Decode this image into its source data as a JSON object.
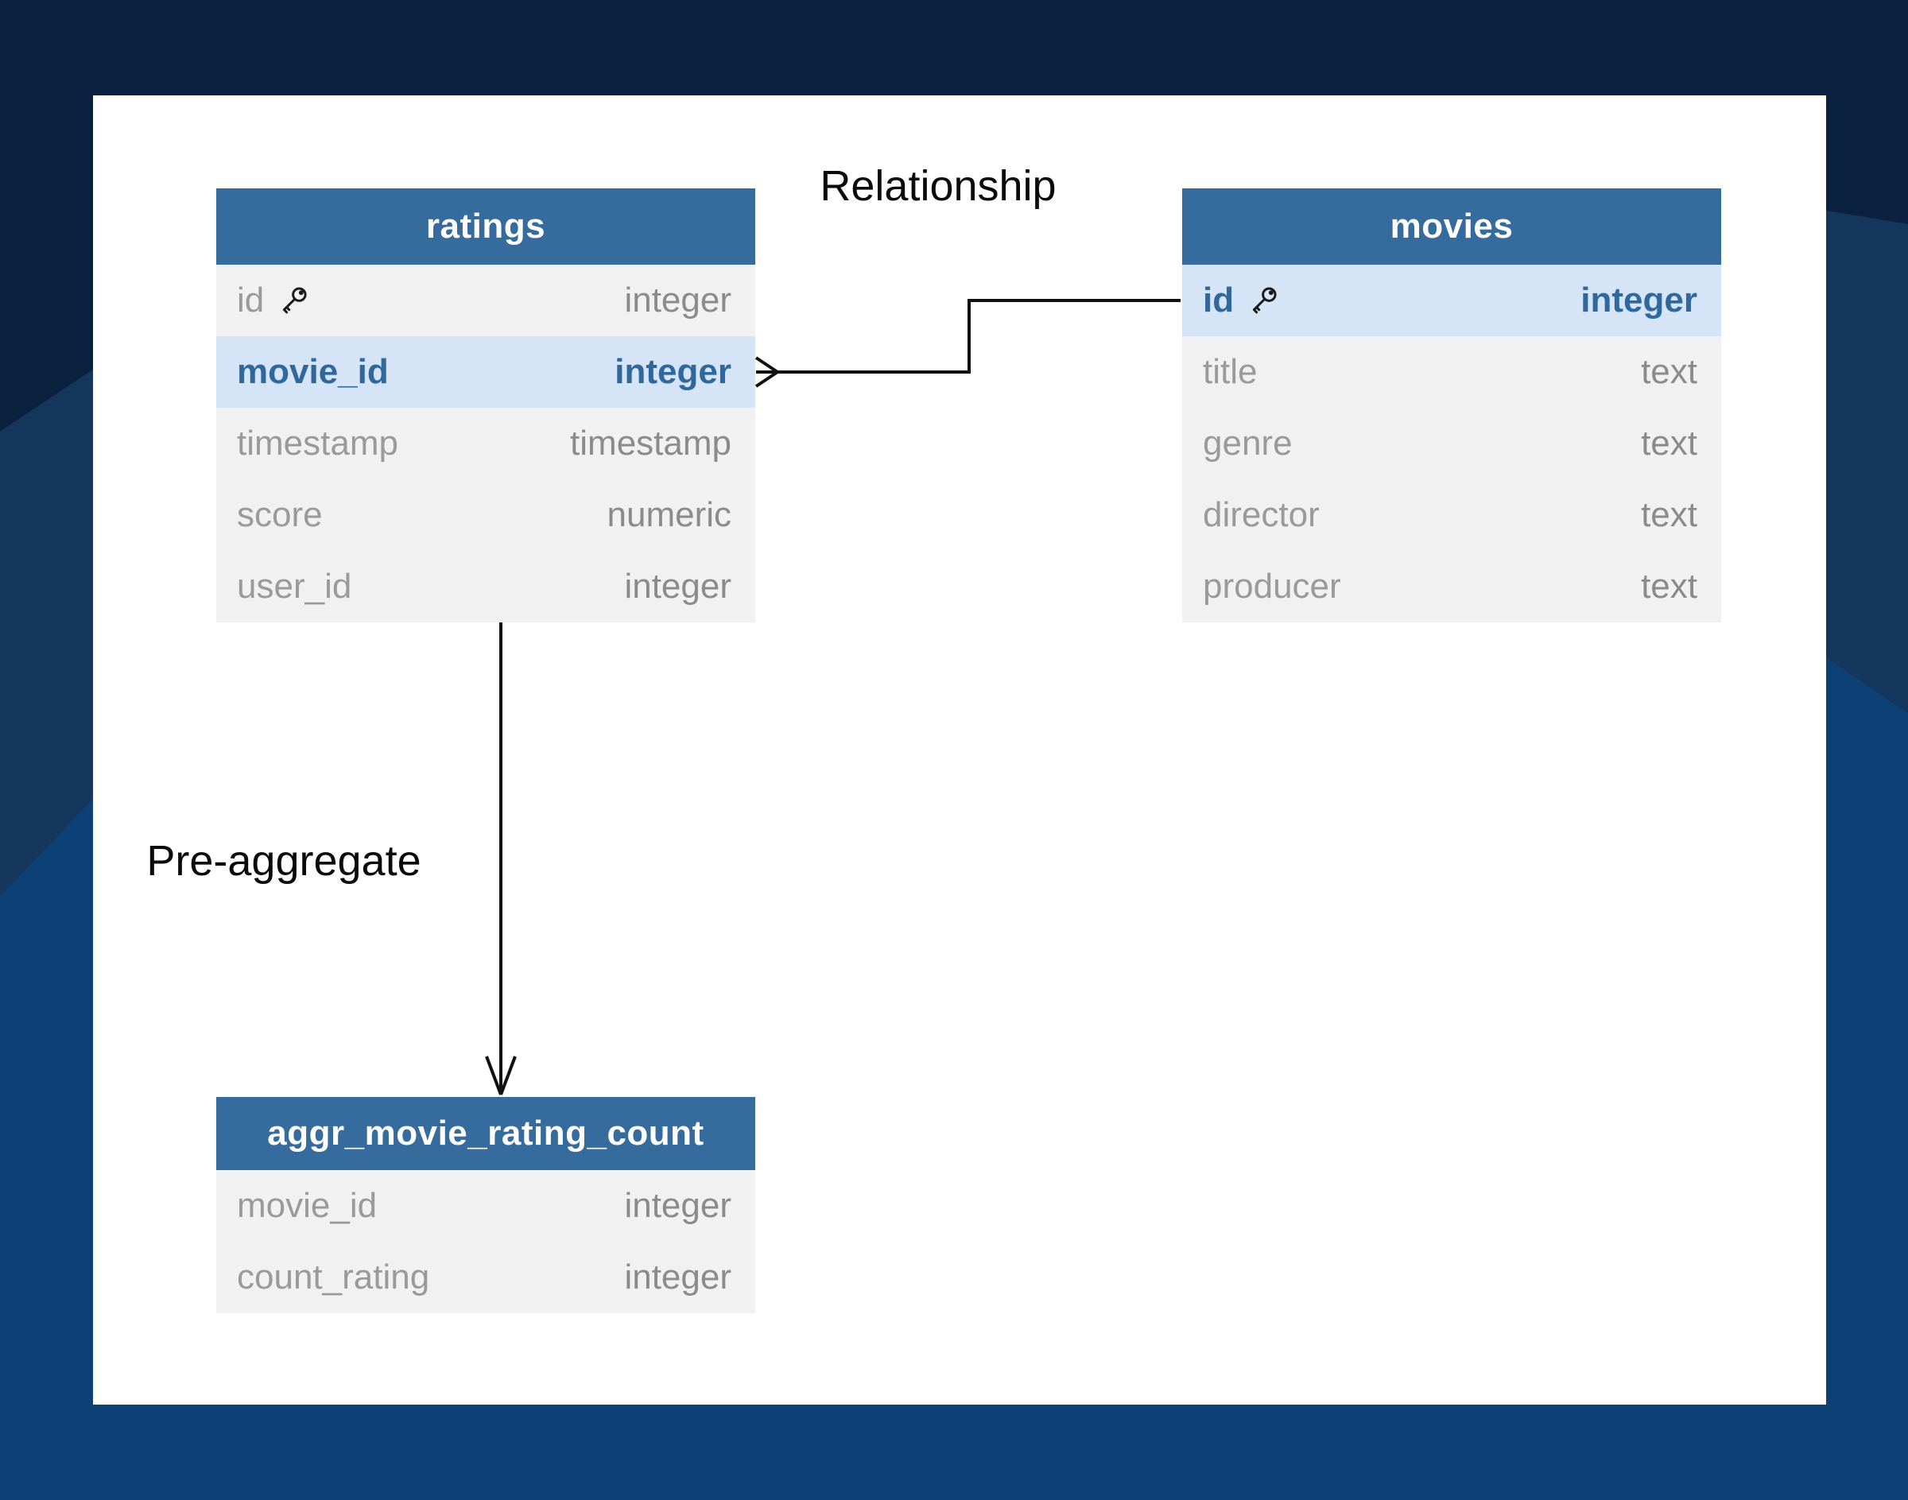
{
  "labels": {
    "relationship": "Relationship",
    "pre_aggregate": "Pre-aggregate"
  },
  "tables": {
    "ratings": {
      "title": "ratings",
      "columns": [
        {
          "name": "id",
          "type": "integer",
          "key": true,
          "highlight": false
        },
        {
          "name": "movie_id",
          "type": "integer",
          "key": false,
          "highlight": true
        },
        {
          "name": "timestamp",
          "type": "timestamp",
          "key": false,
          "highlight": false
        },
        {
          "name": "score",
          "type": "numeric",
          "key": false,
          "highlight": false
        },
        {
          "name": "user_id",
          "type": "integer",
          "key": false,
          "highlight": false
        }
      ]
    },
    "movies": {
      "title": "movies",
      "columns": [
        {
          "name": "id",
          "type": "integer",
          "key": true,
          "highlight": true
        },
        {
          "name": "title",
          "type": "text",
          "key": false,
          "highlight": false
        },
        {
          "name": "genre",
          "type": "text",
          "key": false,
          "highlight": false
        },
        {
          "name": "director",
          "type": "text",
          "key": false,
          "highlight": false
        },
        {
          "name": "producer",
          "type": "text",
          "key": false,
          "highlight": false
        }
      ]
    },
    "aggr_movie_rating_count": {
      "title": "aggr_movie_rating_count",
      "columns": [
        {
          "name": "movie_id",
          "type": "integer",
          "key": false,
          "highlight": false
        },
        {
          "name": "count_rating",
          "type": "integer",
          "key": false,
          "highlight": false
        }
      ]
    }
  },
  "connections": {
    "relationship": {
      "from": "ratings.movie_id",
      "to": "movies.id",
      "cardinality_icon": "crow-foot-many"
    },
    "pre_aggregate": {
      "from": "ratings",
      "to": "aggr_movie_rating_count",
      "arrow": "down"
    }
  },
  "colors": {
    "bg_dark": "#0A2240",
    "bg_medium": "#15375E",
    "bg_bright": "#0D4176",
    "card": "#FFFFFF",
    "table_header": "#356B9D",
    "row_bg": "#F1F1F1",
    "row_highlight_bg": "#D6E4F8",
    "highlight_text": "#30689C",
    "name_text": "#9A9A9A",
    "type_text": "#8B8B8B",
    "connector": "#111111"
  }
}
